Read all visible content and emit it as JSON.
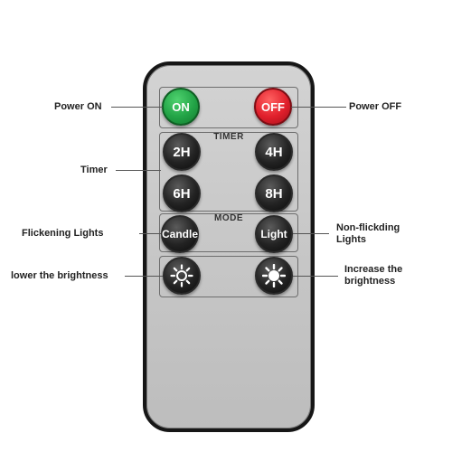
{
  "remote": {
    "power": {
      "on_label": "ON",
      "off_label": "OFF"
    },
    "timer": {
      "title": "TIMER",
      "buttons": [
        "2H",
        "4H",
        "6H",
        "8H"
      ]
    },
    "mode": {
      "title": "MODE",
      "candle_label": "Candle",
      "light_label": "Light"
    },
    "brightness": {
      "decrease_icon": "sun-outline-icon",
      "increase_icon": "sun-filled-icon"
    }
  },
  "callouts": {
    "power_on": "Power ON",
    "power_off": "Power OFF",
    "timer": "Timer",
    "flickering": "Flickening Lights",
    "non_flickering_line1": "Non-flickding",
    "non_flickering_line2": "Lights",
    "lower": "lower the brightness",
    "increase_line1": "Increase the",
    "increase_line2": "brightness"
  },
  "colors": {
    "on": "#22a346",
    "off": "#e01f2b",
    "body": "#c9c9c9",
    "button": "#1b1b1b"
  }
}
